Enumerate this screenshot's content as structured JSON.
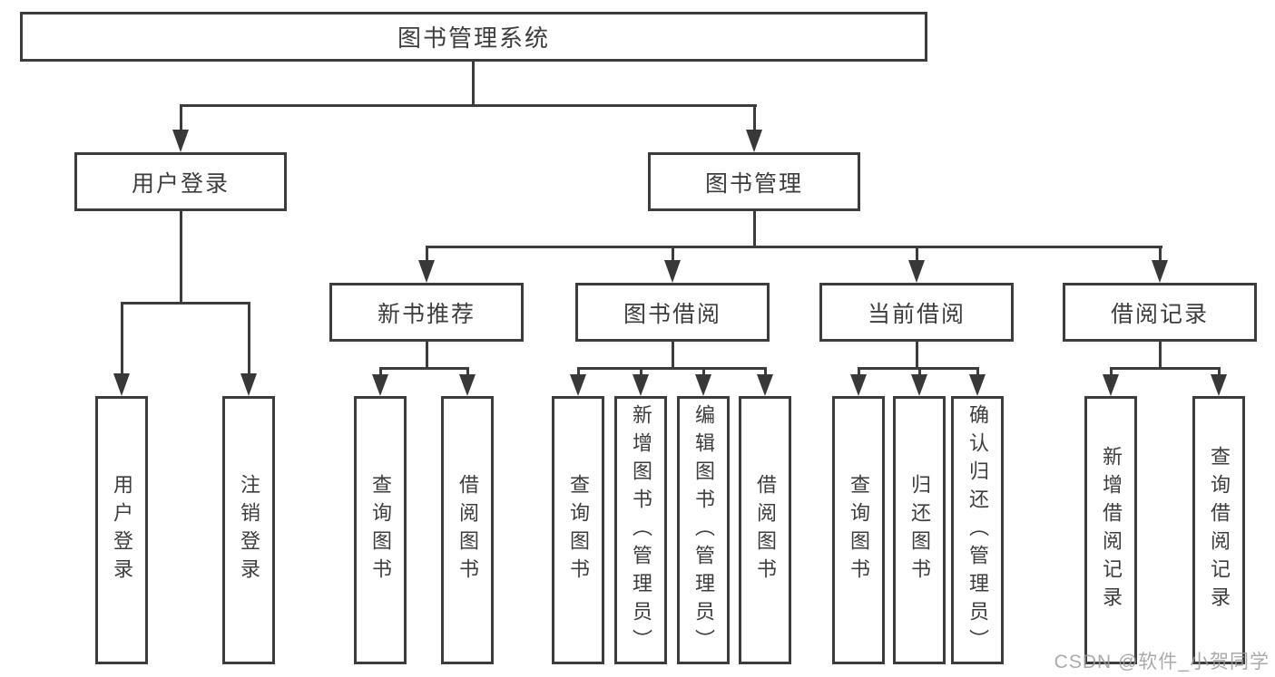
{
  "diagram_title": "图书管理系统",
  "tree": {
    "label": "图书管理系统",
    "children": [
      {
        "label": "用户登录",
        "children": [
          {
            "label": "用户登录"
          },
          {
            "label": "注销登录"
          }
        ]
      },
      {
        "label": "图书管理",
        "children": [
          {
            "label": "新书推荐",
            "children": [
              {
                "label": "查询图书"
              },
              {
                "label": "借阅图书"
              }
            ]
          },
          {
            "label": "图书借阅",
            "children": [
              {
                "label": "查询图书"
              },
              {
                "label": "新增图书（管理员）"
              },
              {
                "label": "编辑图书（管理员）"
              },
              {
                "label": "借阅图书"
              }
            ]
          },
          {
            "label": "当前借阅",
            "children": [
              {
                "label": "查询图书"
              },
              {
                "label": "归还图书"
              },
              {
                "label": "确认归还（管理员）"
              }
            ]
          },
          {
            "label": "借阅记录",
            "children": [
              {
                "label": "新增借阅记录"
              },
              {
                "label": "查询借阅记录"
              }
            ]
          }
        ]
      }
    ]
  },
  "watermark": "CSDN @软件_小贺同学",
  "colors": {
    "line": "#3c3c3c",
    "text": "#3d3d3d",
    "background": "#ffffff",
    "watermark": "#9c9c9c"
  }
}
